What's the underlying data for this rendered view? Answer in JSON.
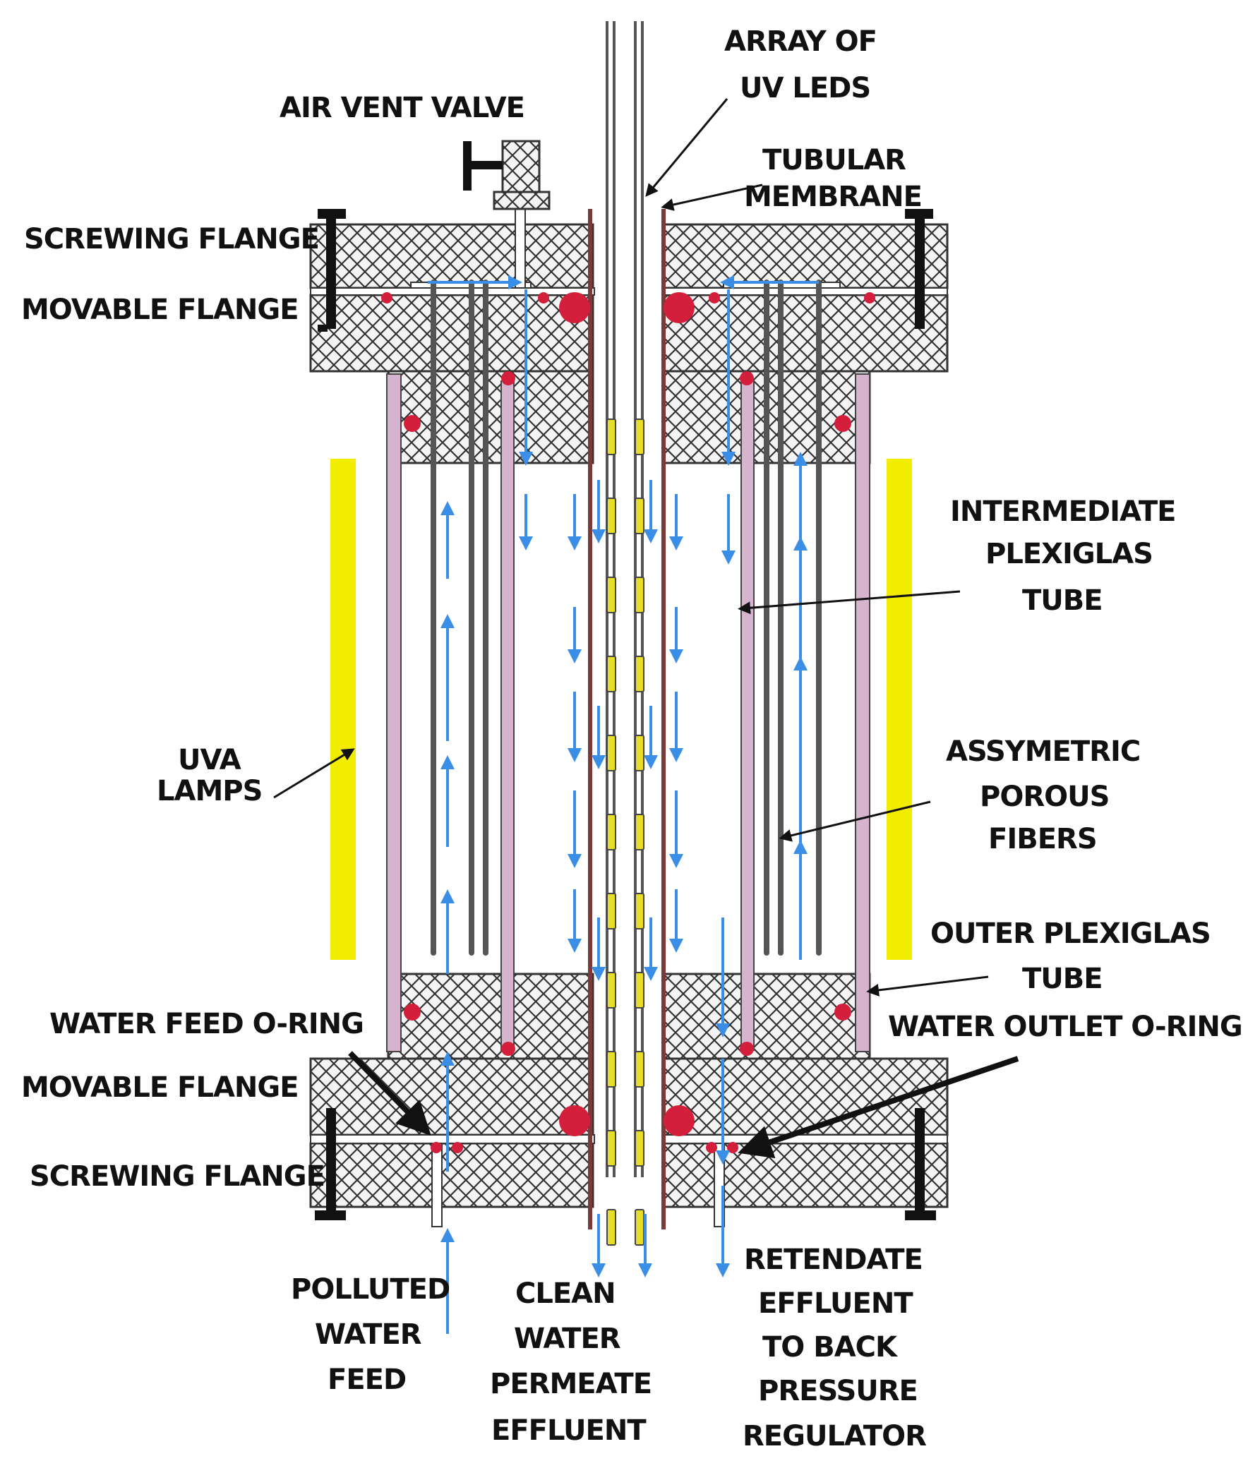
{
  "labels": {
    "air_vent_valve": "AIR VENT VALVE",
    "array_uv_leds_1": "ARRAY OF",
    "array_uv_leds_2": "UV LEDS",
    "tubular_membrane_1": "TUBULAR",
    "tubular_membrane_2": "MEMBRANE",
    "screwing_flange_top": "SCREWING FLANGE",
    "movable_flange_top": "MOVABLE FLANGE",
    "intermediate_1": "INTERMEDIATE",
    "intermediate_2": "PLEXIGLAS",
    "intermediate_3": "TUBE",
    "uva_lamps_1": "UVA",
    "uva_lamps_2": "LAMPS",
    "assymetric_1": "ASSYMETRIC",
    "assymetric_2": "POROUS",
    "assymetric_3": "FIBERS",
    "outer_1": "OUTER PLEXIGLAS",
    "outer_2": "TUBE",
    "water_feed_oring": "WATER FEED O-RING",
    "water_outlet_oring": "WATER OUTLET O-RING",
    "movable_flange_bottom": "MOVABLE FLANGE",
    "screwing_flange_bottom": "SCREWING FLANGE",
    "polluted_1": "POLLUTED",
    "polluted_2": "WATER",
    "polluted_3": "FEED",
    "clean_1": "CLEAN",
    "clean_2": "WATER",
    "clean_3": "PERMEATE",
    "clean_4": "EFFLUENT",
    "retendate_1": "RETENDATE",
    "retendate_2": "EFFLUENT",
    "retendate_3": "TO BACK",
    "retendate_4": "PRESSURE",
    "retendate_5": "REGULATOR"
  },
  "colors": {
    "uva_lamp": "#f2ec00",
    "uv_led": "#e6de2a",
    "flow_arrow": "#3a8ee6",
    "o_ring": "#d41f3c",
    "plexiglas_tube": "#d6b4cd",
    "membrane": "#8a4040",
    "flange_fill": "#f4f4f4",
    "hatch": "#333333",
    "outline": "#333333"
  }
}
